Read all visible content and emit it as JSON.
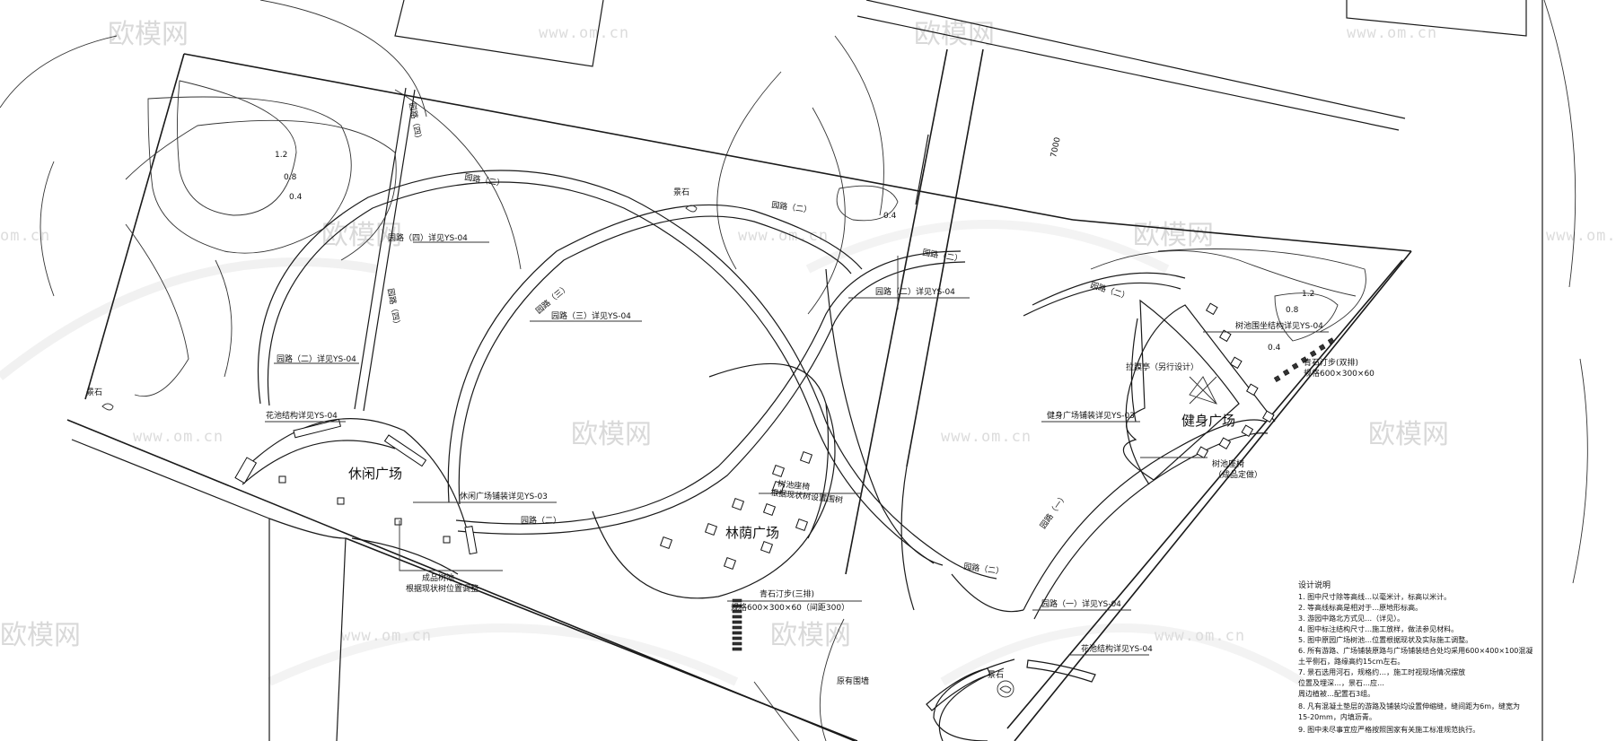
{
  "watermark": {
    "brand": "欧模网",
    "url": "www.om.cn",
    "url_partial": "om.cn"
  },
  "plazas": {
    "leisure": "休闲广场",
    "forest": "林荫广场",
    "fitness": "健身广场"
  },
  "labels": {
    "path2_a": "园路（二）",
    "path2_b": "园路（二）",
    "path2_c": "园路（二）",
    "path2_d": "园路（二）",
    "path2_e": "园路（二）",
    "path3": "园路（三）",
    "path1": "园路（一）",
    "path4": "园路（四）",
    "path4_ref": "园路（四）详见YS-04",
    "path2_ref_a": "园路（二）详见YS-04",
    "path2_ref_b": "园路（二）详见YS-04",
    "path3_ref": "园路（三）详见YS-04",
    "path1_ref": "园路（一）详见YS-04",
    "flowerbed_ref_a": "花池结构详见YS-04",
    "flowerbed_ref_b": "花池结构详见YS-04",
    "treepit_ref": "树池围坐结构详见YS-04",
    "rock_a": "景石",
    "rock_b": "景石",
    "rock_c": "景石",
    "leisure_paving": "休闲广场铺装详见YS-03",
    "fitness_paving": "健身广场铺装详见YS-03",
    "tree_pit_1": "成品树池",
    "tree_pit_2": "根据现状树位置调整",
    "tree_seat_1": "树池座椅",
    "tree_seat_2": "根据现状树设置围树",
    "tree_seat_3": "树池座椅",
    "tree_seat_4": "（成品定做）",
    "stone_step_1": "青石汀步(三排)",
    "stone_step_2": "规格600×300×60（间距300）",
    "stone_step_3": "青石汀步(双排)",
    "stone_step_4": "规格600×300×60",
    "sculpture": "拉膜亭（另行设计）",
    "dim": "7000",
    "gate": "原有围墙",
    "c12": "1.2",
    "c08a": "0.8",
    "c04a": "0.4",
    "c04b": "0.4",
    "c08b": "0.8",
    "c04c": "0.4",
    "c12b": "1.2"
  },
  "notes": {
    "title": "设计说明",
    "lines": [
      "1. 图中尺寸除等高线…以毫米计，标高以米计。",
      "2. 等高线标高是相对于…原地形标高。",
      "3. 游园中路北方式见…（详见）。",
      "4. 图中标注结构尺寸…施工放样，做法参见材料。",
      "5. 图中原园广场树池…位置根据现状及实际施工调整。",
      "6. 所有游路、广场铺装原路与广场铺装结合处均采用600×400×100混凝",
      "   土平侧石，路缘高约15cm左右。",
      "7. 景石选用河石，规格约…，施工时视现场情况摆放",
      "   位置及埋深…，景石…应…",
      "   周边植被…配置石3组。",
      "8. 凡有混凝土垫层的游路及铺装均设置伸缩缝，缝间距为6m，缝宽为",
      "   15-20mm，内填沥青。",
      "9. 图中未尽事宜应严格按照国家有关施工标准规范执行。"
    ]
  }
}
